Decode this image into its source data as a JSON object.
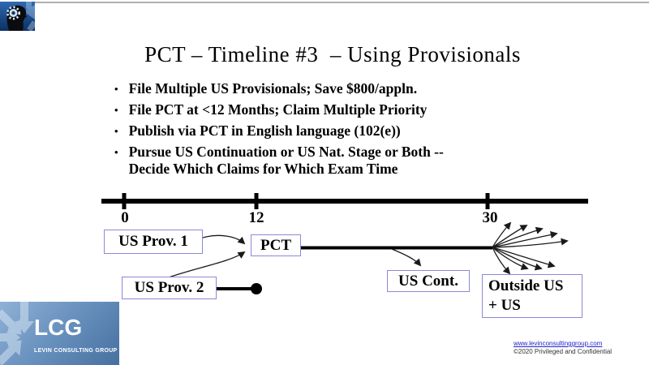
{
  "slide": {
    "title": "PCT – Timeline #3  – Using Provisionals",
    "bullet_marker": "•",
    "bullets": [
      "File Multiple US Provisionals; Save $800/appln.",
      "File PCT at <12 Months; Claim Multiple Priority",
      "Publish via PCT in English language (102(e))",
      "Pursue US Continuation or US Nat. Stage or Both --\nDecide Which Claims for Which Exam Time"
    ]
  },
  "timeline": {
    "ticks": [
      {
        "label": "0"
      },
      {
        "label": "12"
      },
      {
        "label": "30"
      }
    ]
  },
  "boxes": {
    "us_prov_1": "US Prov. 1",
    "pct": "PCT",
    "us_prov_2": "US Prov. 2",
    "us_cont": "US Cont.",
    "outside_line1": "Outside US",
    "outside_line2": "+ US"
  },
  "logo": {
    "acronym": "LCG",
    "name": "LEVIN CONSULTING GROUP"
  },
  "footer": {
    "link": "www.levinconsultinggroup.com",
    "copyright": "©2020 Privileged and Confidential"
  },
  "icons": {
    "head_logo": "thinker-head-gear-icon",
    "lcg_motif": "converging-arrows-icon"
  },
  "colors": {
    "box_border": "#8c89d6",
    "link": "#2323cc",
    "logo_blue_dark": "#0c2f63",
    "logo_blue_light": "#8fb1d5",
    "ink": "#000000"
  }
}
